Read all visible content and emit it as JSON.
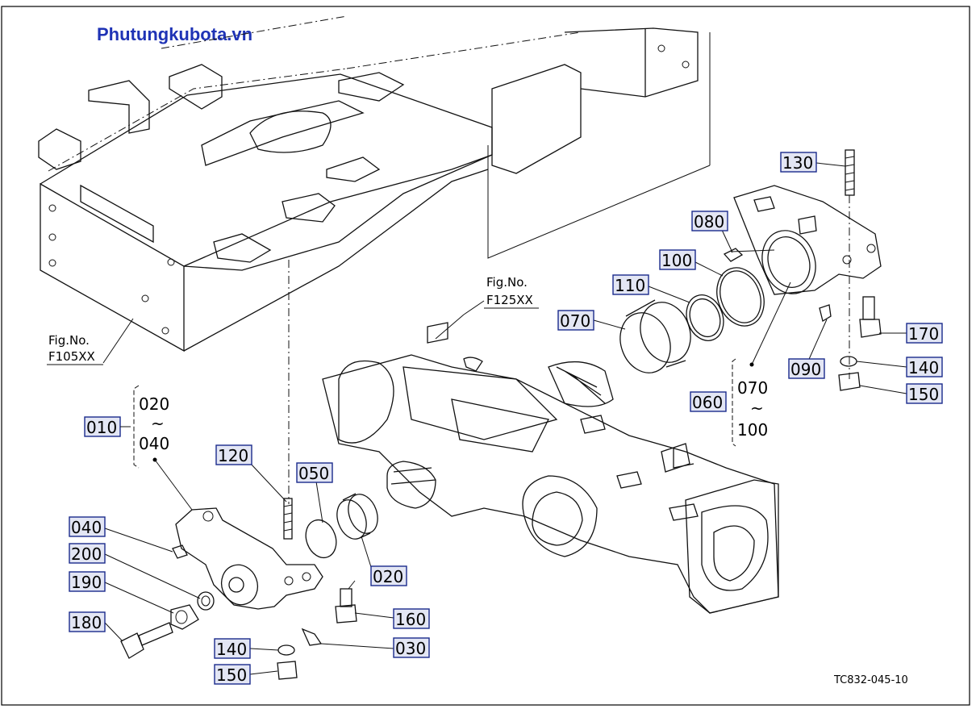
{
  "watermark": "Phutungkubota.vn",
  "diagram_code": "TC832-045-10",
  "figure_refs": [
    {
      "id": "fig1",
      "line1": "Fig.No.",
      "line2": "F105XX"
    },
    {
      "id": "fig2",
      "line1": "Fig.No.",
      "line2": "F125XX"
    }
  ],
  "callouts": {
    "p130": "130",
    "p080": "080",
    "p100": "100",
    "p110": "110",
    "p070": "070",
    "p170": "170",
    "p140r": "140",
    "p150r": "150",
    "p090": "090",
    "p060": "060",
    "p010": "010",
    "p120": "120",
    "p050": "050",
    "p020": "020",
    "p040": "040",
    "p200": "200",
    "p190": "190",
    "p180": "180",
    "p160": "160",
    "p140": "140",
    "p030": "030",
    "p150": "150"
  },
  "ranges": {
    "left": {
      "from": "020",
      "sep": "~",
      "to": "040"
    },
    "right": {
      "from": "070",
      "sep": "~",
      "to": "100"
    }
  }
}
